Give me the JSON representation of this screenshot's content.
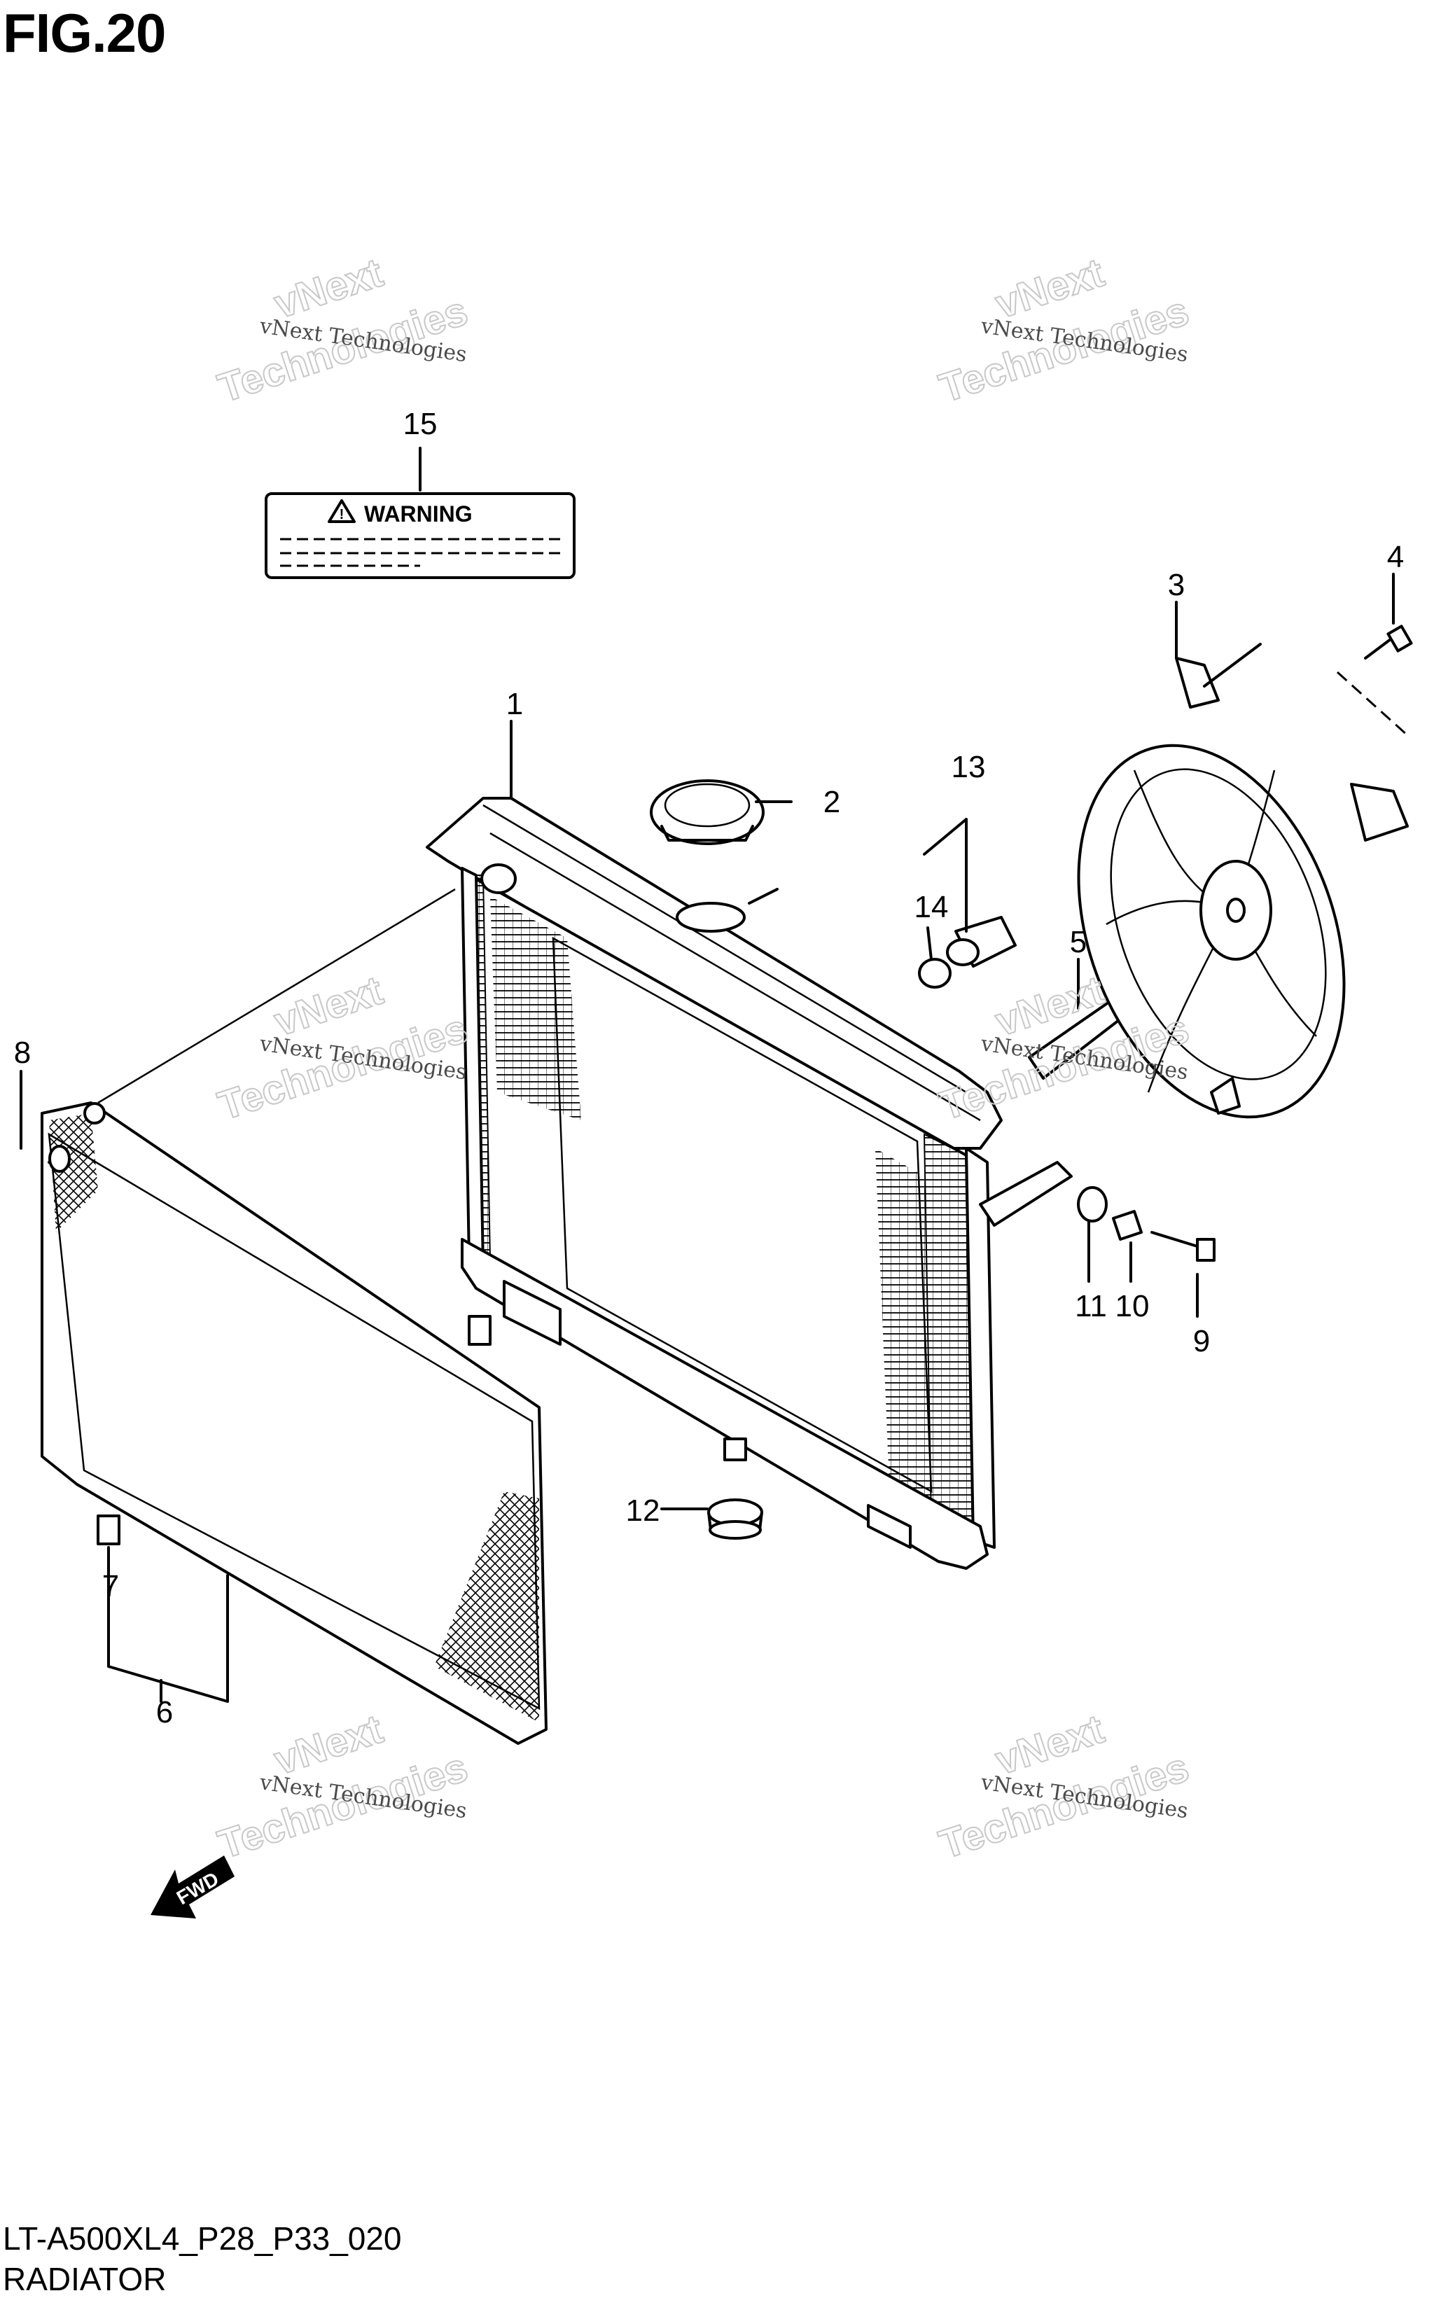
{
  "figure": {
    "title": "FIG.20",
    "code": "LT-A500XL4_P28_P33_020",
    "name": "RADIATOR"
  },
  "label": {
    "warning_text": "WARNING"
  },
  "fwd_label": "FWD",
  "watermark": {
    "line1": "vNext Technologies",
    "big": "vNext",
    "big2": "Technologies"
  },
  "callouts": [
    "1",
    "2",
    "3",
    "4",
    "5",
    "6",
    "7",
    "8",
    "9",
    "10",
    "11",
    "12",
    "13",
    "14",
    "15"
  ]
}
